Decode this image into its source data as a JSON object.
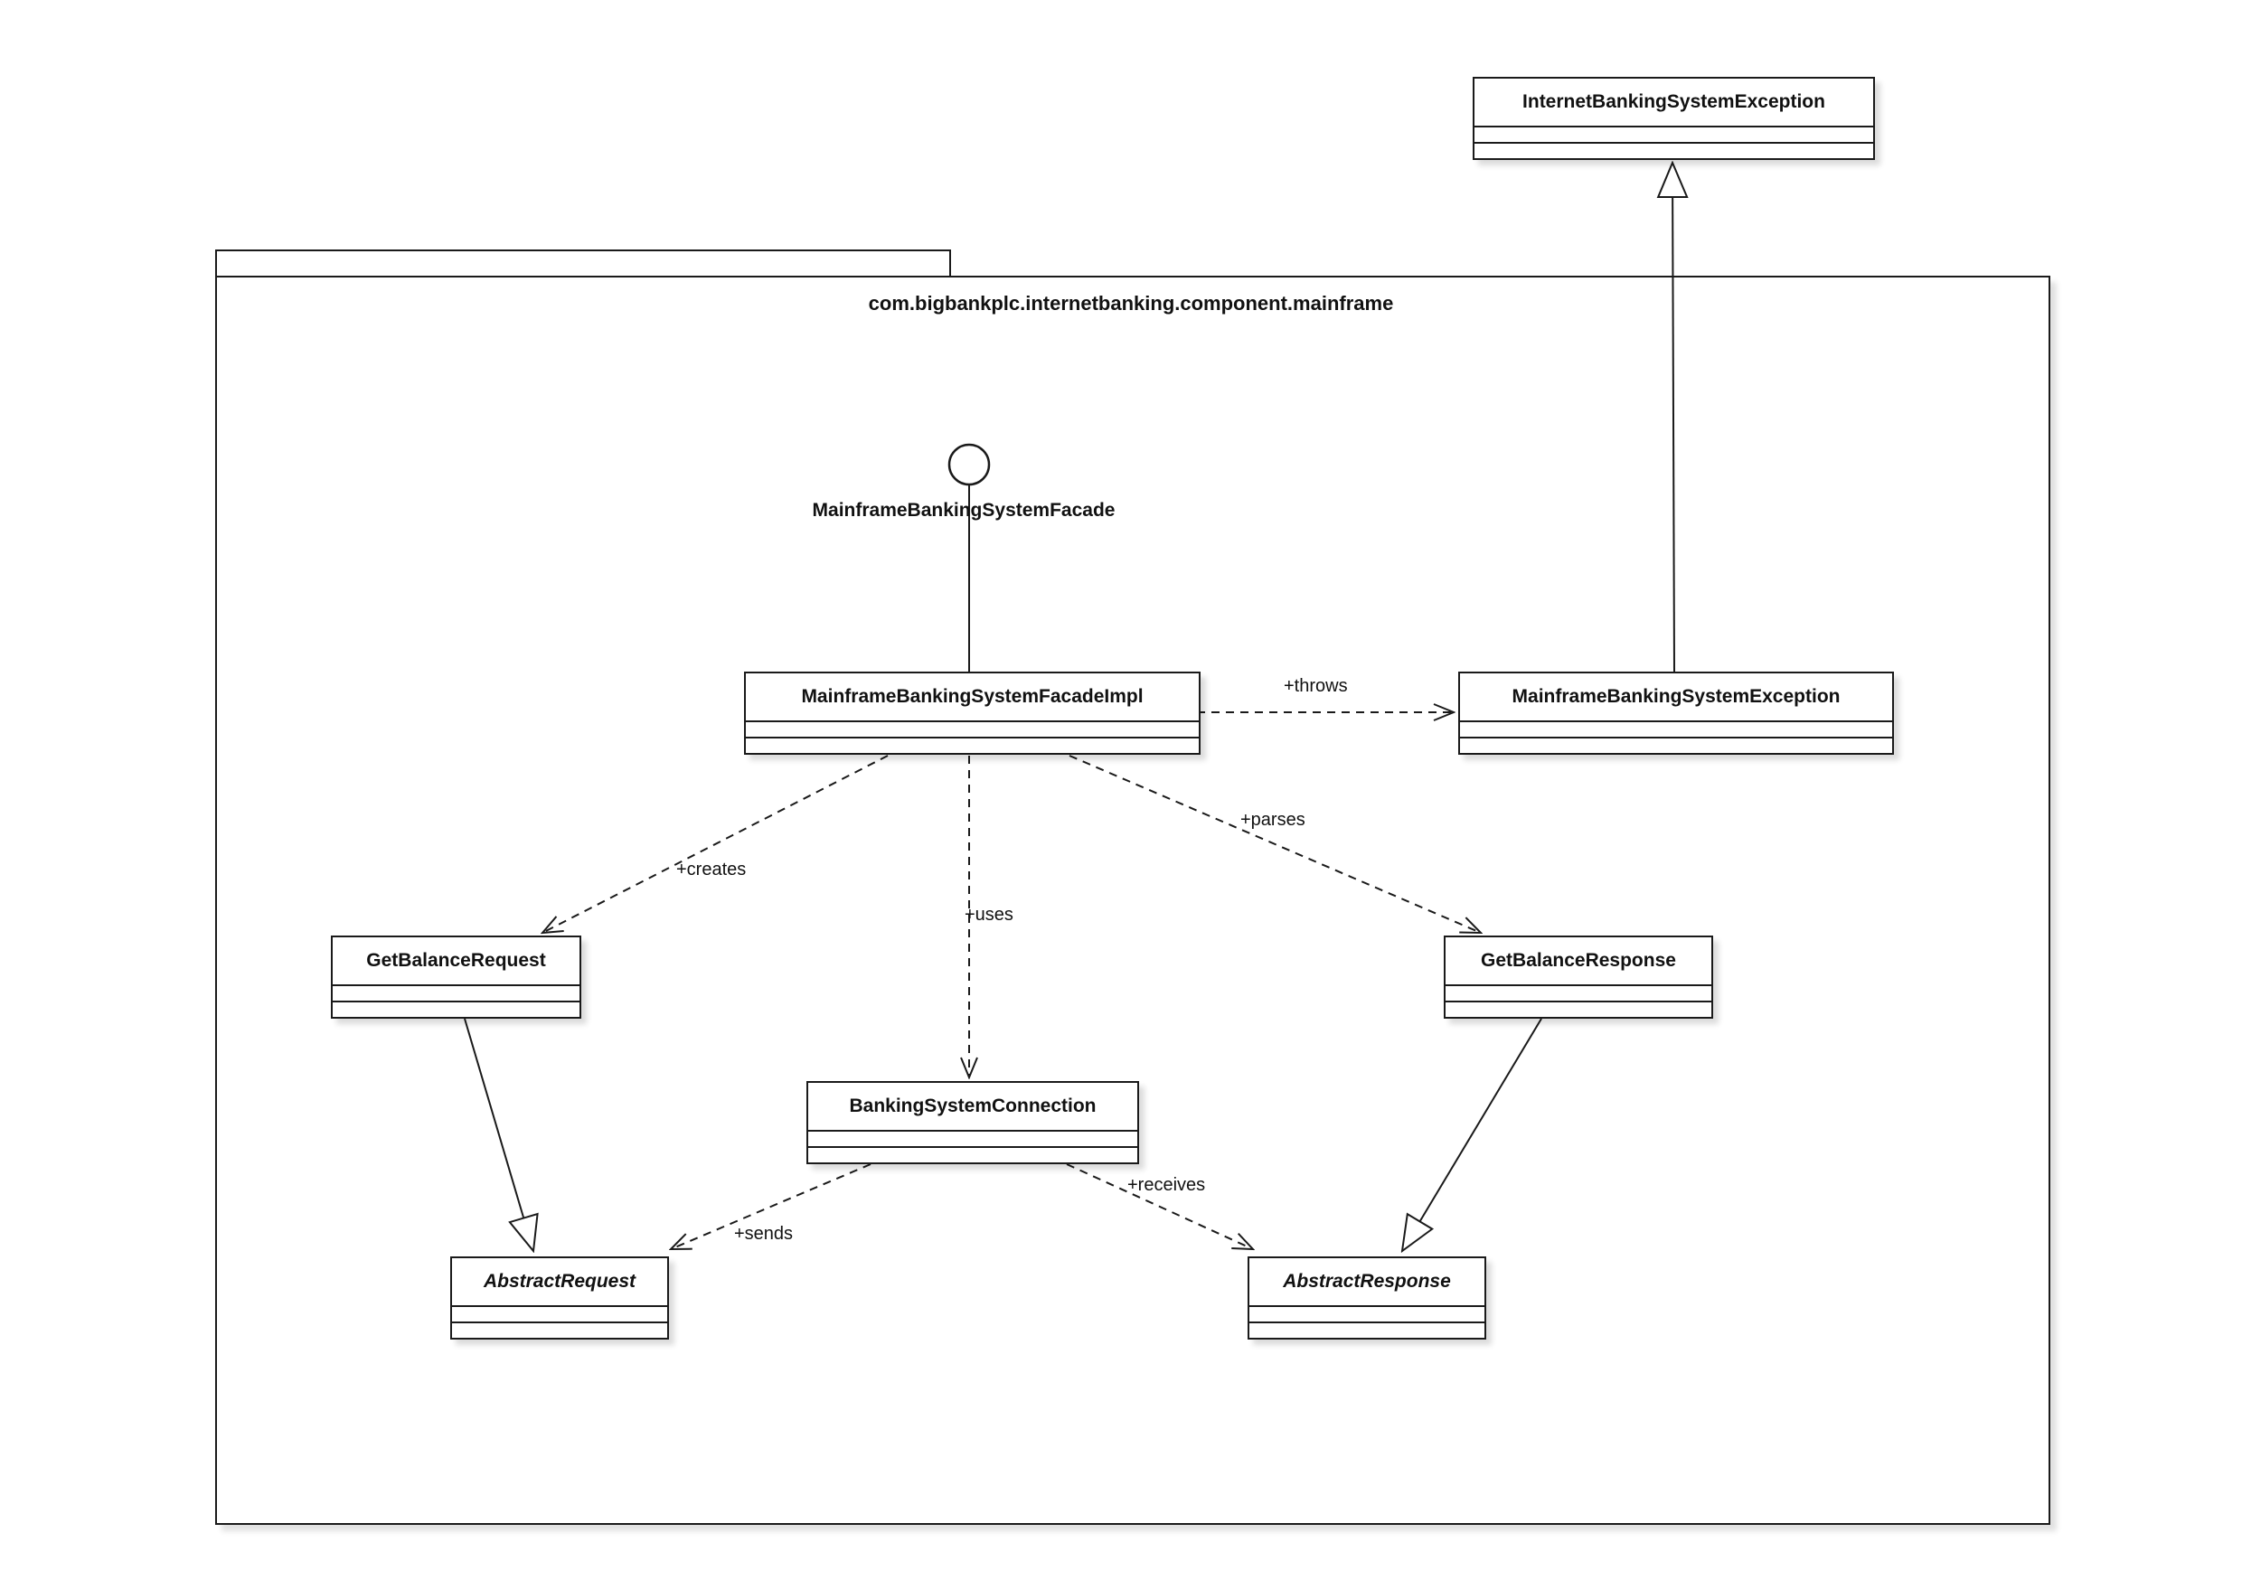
{
  "diagram": {
    "package_title": "com.bigbankplc.internetbanking.component.mainframe",
    "interface_label": "MainframeBankingSystemFacade",
    "classes": {
      "internet_banking_system_exception": "InternetBankingSystemException",
      "mainframe_banking_system_facade_impl": "MainframeBankingSystemFacadeImpl",
      "mainframe_banking_system_exception": "MainframeBankingSystemException",
      "get_balance_request": "GetBalanceRequest",
      "get_balance_response": "GetBalanceResponse",
      "banking_system_connection": "BankingSystemConnection",
      "abstract_request": "AbstractRequest",
      "abstract_response": "AbstractResponse"
    },
    "labels": {
      "throws": "+throws",
      "creates": "+creates",
      "uses": "+uses",
      "parses": "+parses",
      "sends": "+sends",
      "receives": "+receives"
    }
  }
}
